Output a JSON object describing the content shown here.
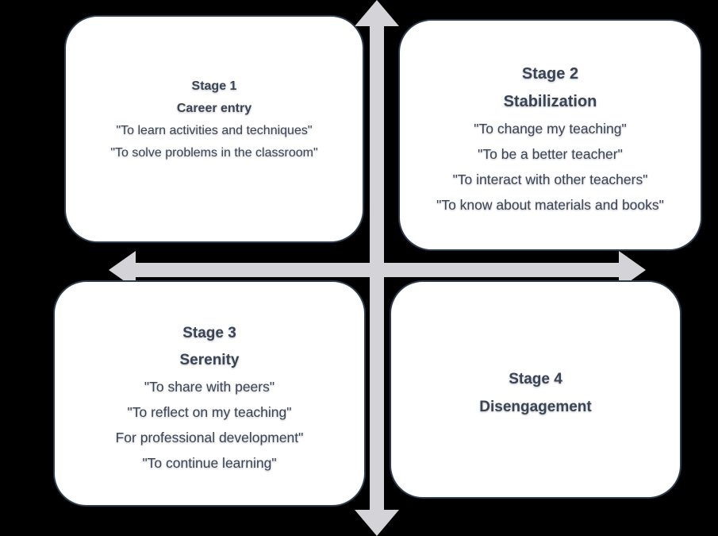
{
  "stages": [
    {
      "stage": "Stage 1",
      "title": "Career entry",
      "lines": [
        "\"To learn activities and techniques\"",
        "\"To solve problems in the classroom\""
      ]
    },
    {
      "stage": "Stage 2",
      "title": "Stabilization",
      "lines": [
        "\"To change my teaching\"",
        "\"To be a better teacher\"",
        "\"To interact with other teachers\"",
        "\"To know about materials and books\""
      ]
    },
    {
      "stage": "Stage 3",
      "title": "Serenity",
      "lines": [
        "\"To share with  peers\"",
        "\"To reflect on my teaching\"",
        "For professional development\"",
        "\"To continue learning\""
      ]
    },
    {
      "stage": "Stage 4",
      "title": "Disengagement",
      "lines": []
    }
  ],
  "colors": {
    "background": "#000000",
    "card_fill": "#ffffff",
    "card_border": "#2c3a4e",
    "text": "#3a4456",
    "arrow": "#d4d4d8"
  }
}
